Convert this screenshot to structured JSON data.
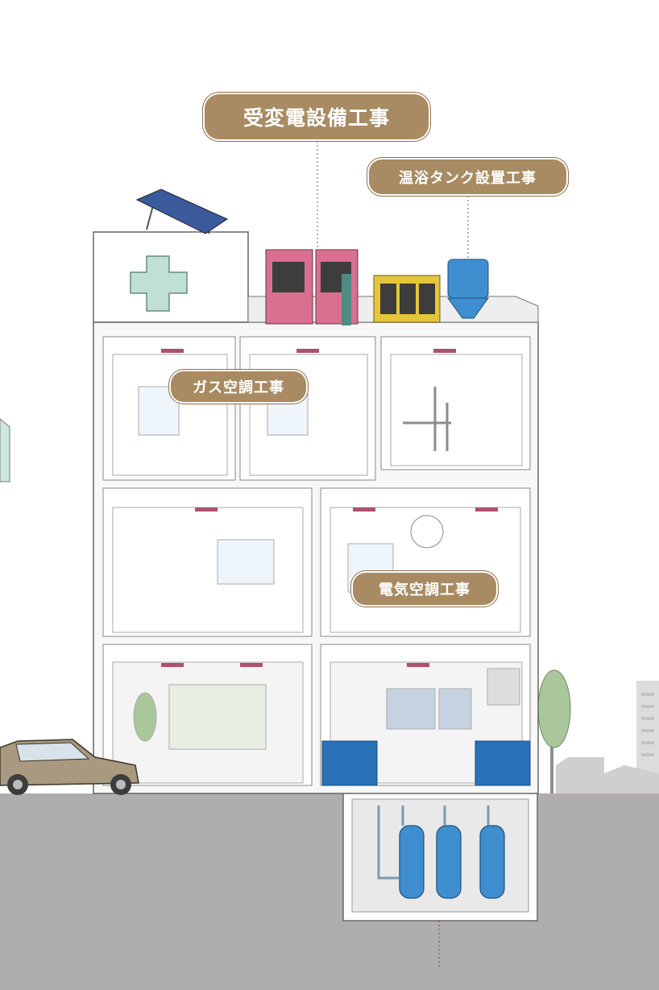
{
  "labels": {
    "substation": "受変電設備工事",
    "bath_tank": "温浴タンク設置工事",
    "gas_hvac": "ガス空調工事",
    "electric_hvac": "電気空調工事"
  },
  "colors": {
    "label_bg": "#a88b62",
    "ground": "#b0adad",
    "panel_pink": "#d9708f",
    "tank_blue": "#3f8fd0",
    "unit_yellow": "#e5c63a",
    "kitchen_blue": "#2a72b8",
    "cross_green": "#bfe0d2"
  },
  "icons": [
    "solar-panel-icon",
    "medical-cross-icon",
    "water-tank-icon",
    "car-icon",
    "tree-icon"
  ]
}
